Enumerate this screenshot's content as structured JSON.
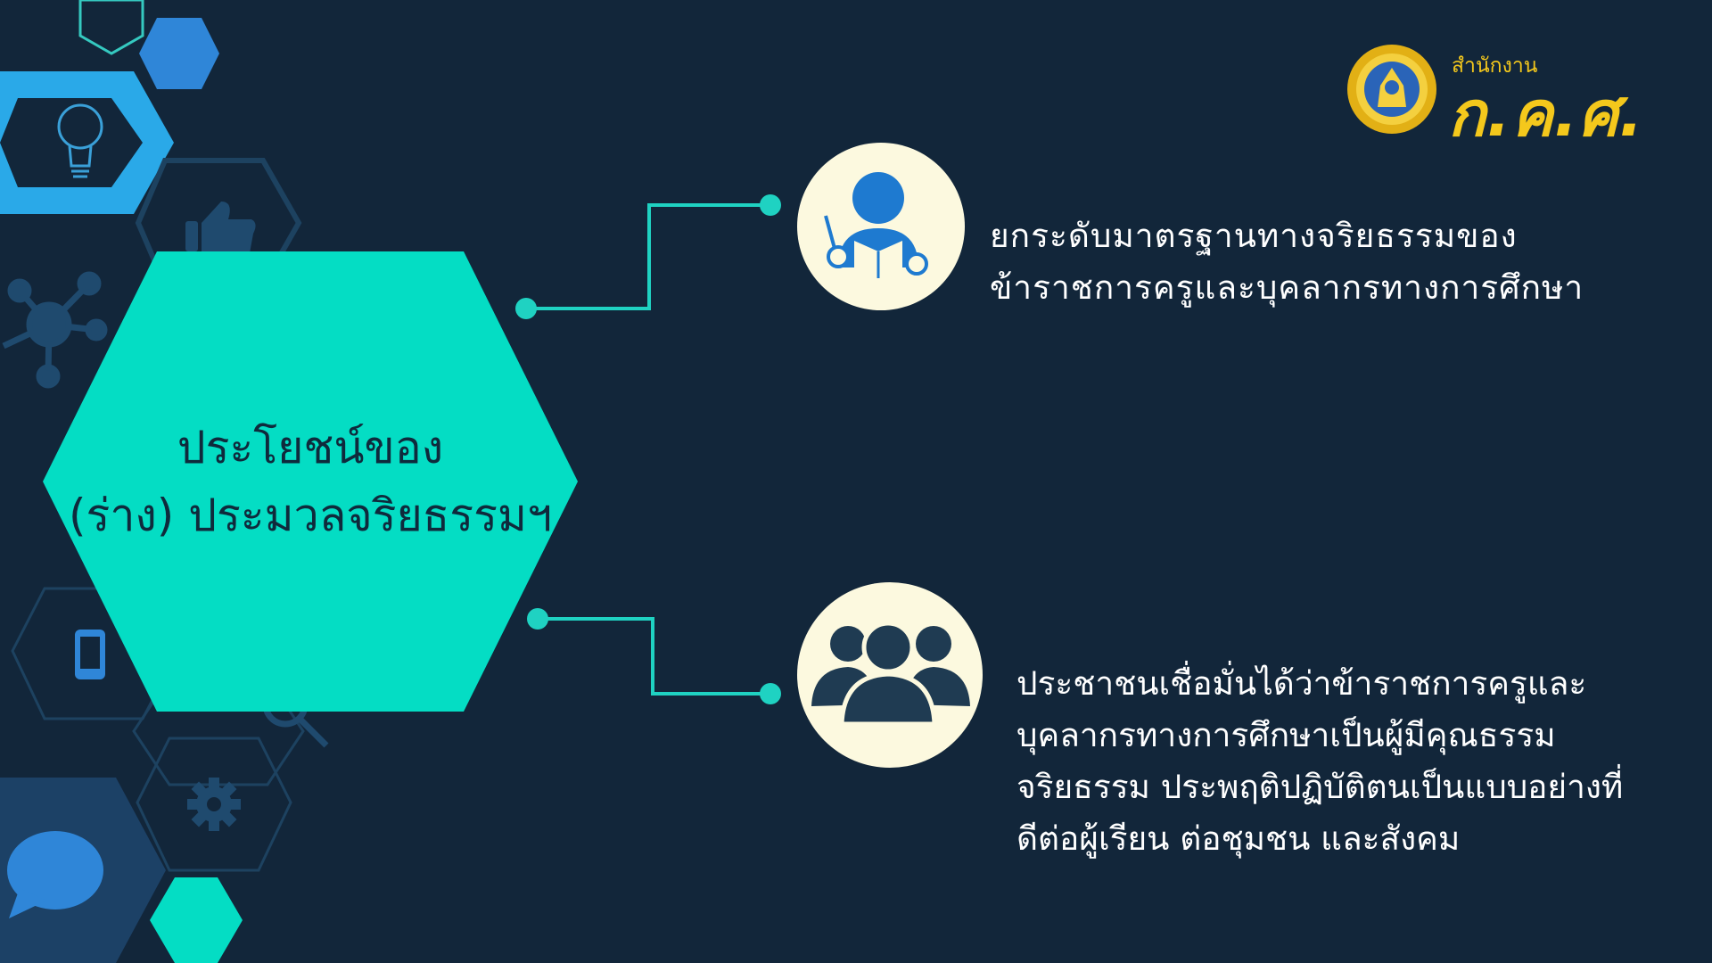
{
  "title": {
    "line1": "ประโยชน์ของ",
    "line2": "(ร่าง) ประมวลจริยธรรมฯ"
  },
  "benefits": [
    {
      "icon": "teacher-reading-icon",
      "lines": [
        "ยกระดับมาตรฐานทางจริยธรรมของ",
        "ข้าราชการครูและบุคลากรทางการศึกษา"
      ]
    },
    {
      "icon": "people-group-icon",
      "lines": [
        "ประชาชนเชื่อมั่นได้ว่าข้าราชการครูและ",
        "บุคลากรทางการศึกษาเป็นผู้มีคุณธรรม",
        "จริยธรรม ประพฤติปฏิบัติตนเป็นแบบอย่างที่",
        "ดีต่อผู้เรียน ต่อชุมชน และสังคม"
      ]
    }
  ],
  "logo": {
    "small": "สำนักงาน",
    "big": "ก.ค.ศ."
  },
  "colors": {
    "background": "#12263a",
    "accent": "#04ddc4",
    "icon_circle": "#fcf9df",
    "logo_gold": "#f4c81c"
  }
}
